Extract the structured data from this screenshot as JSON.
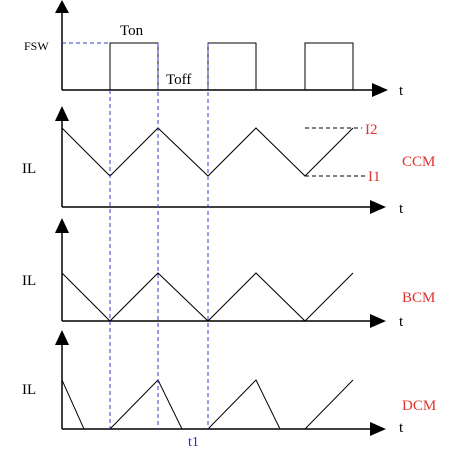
{
  "colors": {
    "stroke": "#000000",
    "guide": "#3040c0",
    "mode": "#e0342f",
    "t1_label": "#2030c8"
  },
  "labels": {
    "fsw": "FSW",
    "ton": "Ton",
    "toff": "Toff",
    "il": "IL",
    "t": "t",
    "i2": "I2",
    "i1": "I1",
    "t1": "t1"
  },
  "modes": {
    "ccm": "CCM",
    "bcm": "BCM",
    "dcm": "DCM"
  }
}
